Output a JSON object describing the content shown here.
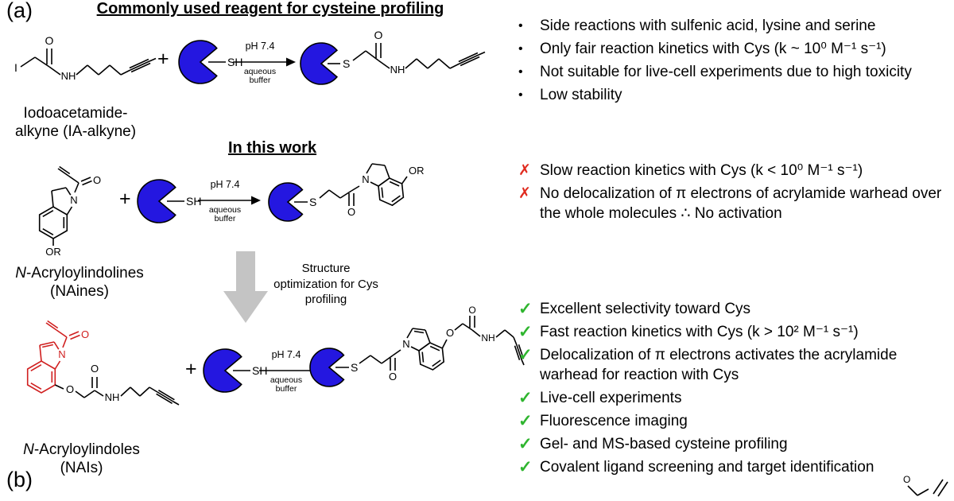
{
  "panels": {
    "a": "(a)",
    "b": "(b)"
  },
  "glyphs": {
    "plus": "+",
    "bullet": "•",
    "cross": "✗",
    "check": "✓"
  },
  "colors": {
    "protein_blue": "#2417e0",
    "cross_red": "#e02a1e",
    "check_green": "#2fb52f",
    "highlight_red": "#d01f1f",
    "optimization_arrow_gray": "#c4c4c4"
  },
  "atoms": {
    "iodine": "I",
    "oxygen": "O",
    "nitrogen": "N",
    "nh": "NH",
    "sh": "SH",
    "s": "S",
    "or_group": "OR"
  },
  "reaction_conditions": {
    "line1": "pH 7.4",
    "line2": "aqueous",
    "line3": "buffer"
  },
  "section_common": {
    "title": "Commonly used reagent for cysteine profiling",
    "reagent_line1": "Iodoacetamide-",
    "reagent_line2": "alkyne (IA-alkyne)",
    "drawbacks": [
      "Side reactions with sulfenic acid, lysine and serine",
      "Only fair reaction kinetics with Cys (k ~ 10⁰ M⁻¹ s⁻¹)",
      "Not suitable for live-cell experiments due to high toxicity",
      "Low stability"
    ]
  },
  "section_work": {
    "title": "In this work",
    "naines": {
      "prefix": "N",
      "rest": "-Acryloylindolines",
      "abbr": "(NAines)"
    },
    "cons": [
      "Slow reaction kinetics with Cys (k < 10⁰ M⁻¹ s⁻¹)",
      "No delocalization of π electrons of acrylamide warhead over the whole molecules ∴ No activation"
    ],
    "optimization": {
      "line1": "Structure",
      "line2": "optimization for Cys",
      "line3": "profiling"
    },
    "nais": {
      "prefix": "N",
      "rest": "-Acryloylindoles",
      "abbr": "(NAIs)"
    },
    "pros": [
      "Excellent selectivity toward Cys",
      "Fast reaction kinetics with Cys (k > 10² M⁻¹ s⁻¹)",
      "Delocalization of π electrons activates the acrylamide warhead for reaction with Cys",
      "Live-cell experiments",
      "Fluorescence imaging",
      "Gel- and MS-based cysteine profiling",
      "Covalent ligand screening and target identification"
    ]
  }
}
